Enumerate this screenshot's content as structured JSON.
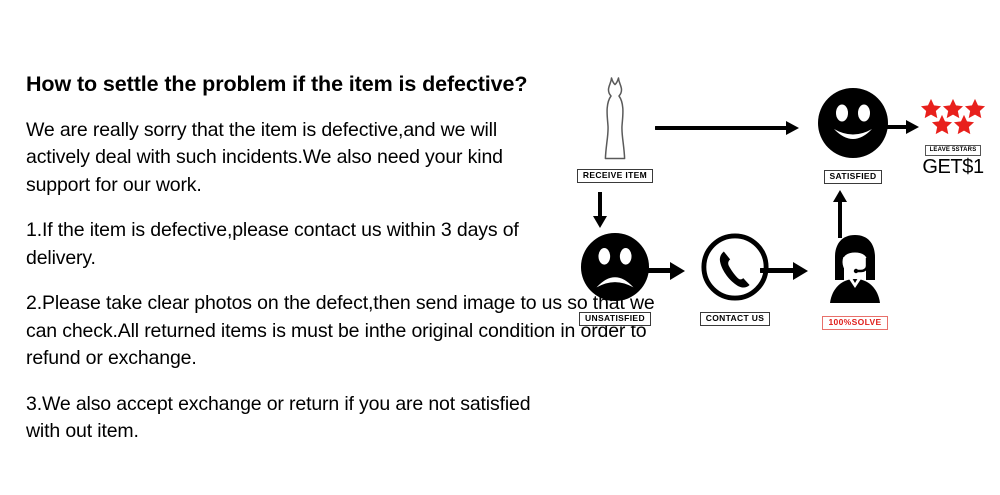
{
  "document": {
    "title": "How to settle the problem if the item is defective?",
    "paragraphs": [
      "We are really sorry that the item is defective,and we will actively deal with such incidents.We also need your kind support for our work.",
      "1.If the item is defective,please contact us within 3 days of delivery.",
      "2.Please take clear photos on the defect,then send image to us so that we can check.All returned items is must be inthe original condition in order to refund or exchange.",
      "3.We also accept exchange or return if you are not satisfied with out item."
    ]
  },
  "flow": {
    "nodes": {
      "receive_item": {
        "label": "RECEIVE ITEM",
        "icon": "dress-icon"
      },
      "satisfied": {
        "label": "SATISFIED",
        "icon": "smiley-face-icon"
      },
      "unsatisfied": {
        "label": "UNSATISFIED",
        "icon": "sad-face-icon"
      },
      "contact_us": {
        "label": "CONTACT US",
        "icon": "phone-icon"
      },
      "solve": {
        "label": "100%SOLVE",
        "icon": "support-agent-icon"
      },
      "reward": {
        "rating_label": "LEAVE 5STARS",
        "amount": "GET$1",
        "stars_row_1": 3,
        "stars_row_2": 2,
        "icon": "star-icon"
      }
    },
    "arrows": [
      {
        "name": "receive-to-satisfied",
        "direction": "right"
      },
      {
        "name": "satisfied-to-reward",
        "direction": "right"
      },
      {
        "name": "receive-to-unsatisfied",
        "direction": "down"
      },
      {
        "name": "unsatisfied-to-contact",
        "direction": "right"
      },
      {
        "name": "contact-to-solve",
        "direction": "right"
      },
      {
        "name": "solve-to-satisfied",
        "direction": "up"
      }
    ]
  },
  "colors": {
    "star_red": "#e8201c",
    "solve_red": "#e0201c",
    "ink": "#000000",
    "background": "#ffffff"
  }
}
